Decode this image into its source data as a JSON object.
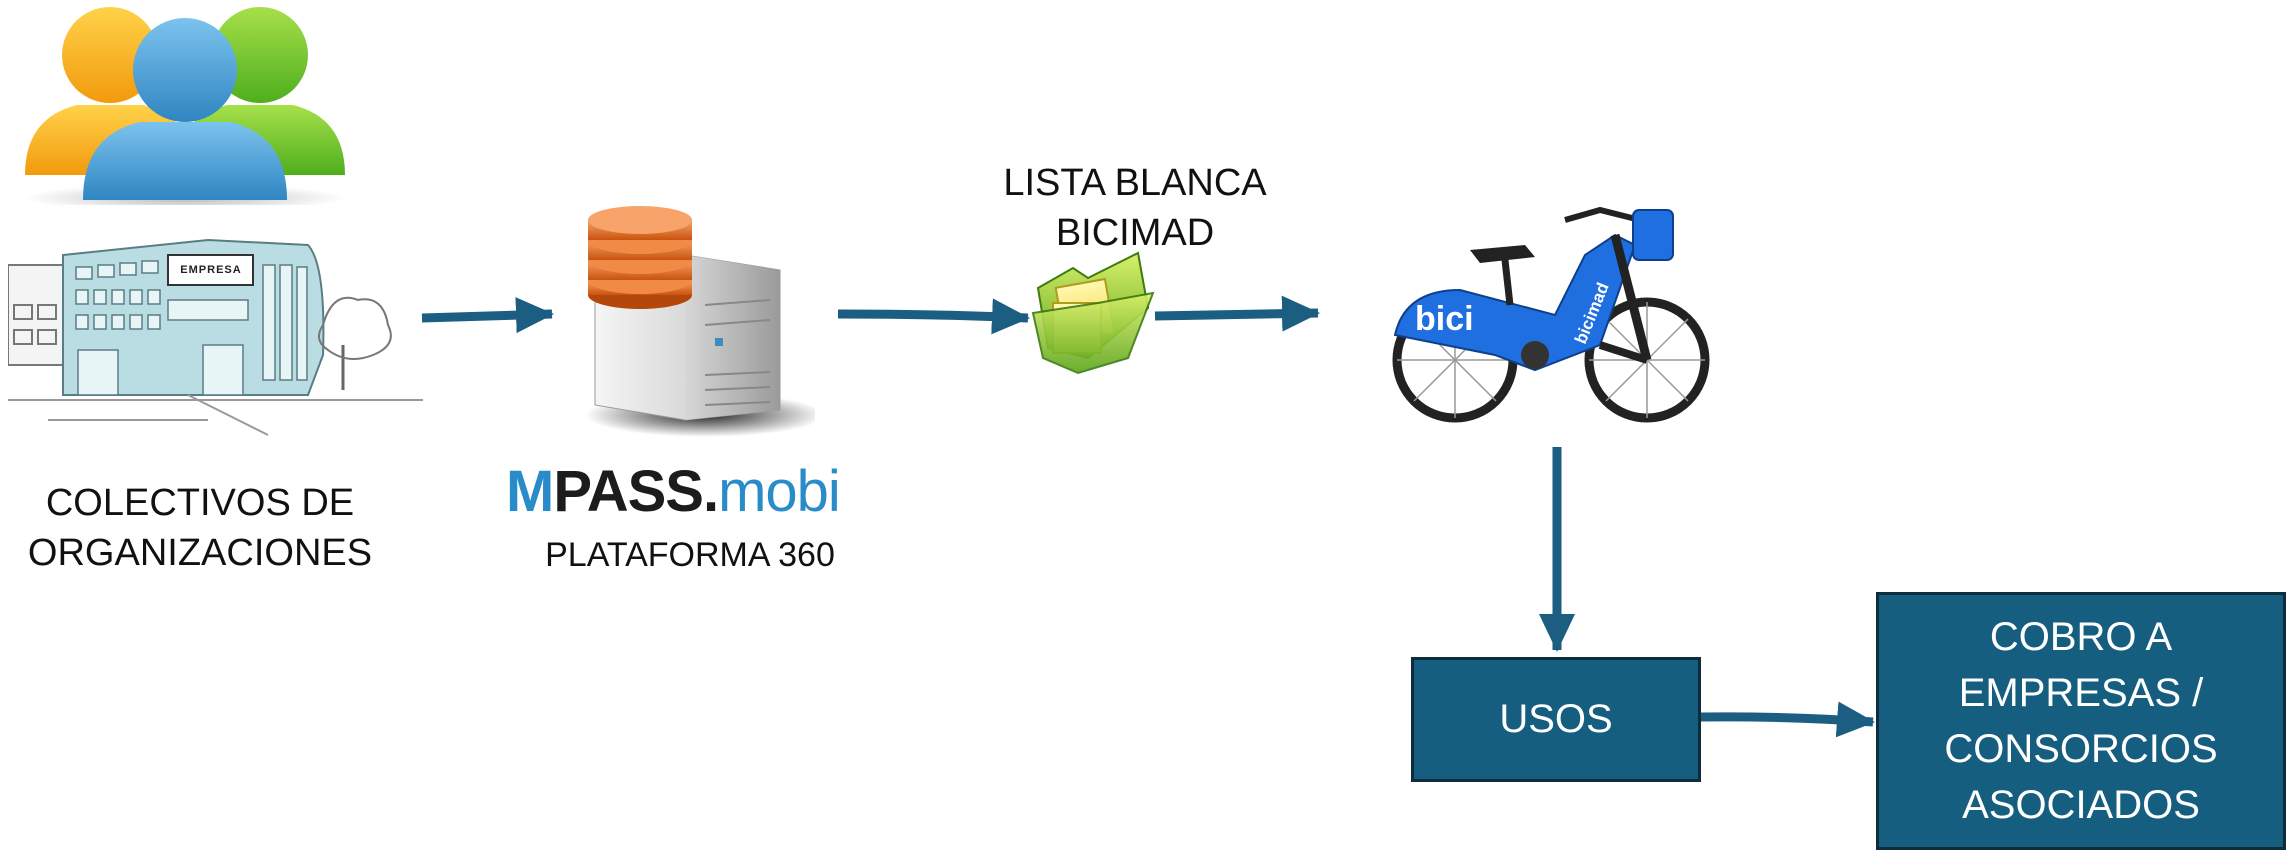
{
  "colors": {
    "arrow": "#1b5e82",
    "box_fill": "#155e80",
    "box_border": "#0d2c3c",
    "brand_blue": "#2a8bc9",
    "brand_dark": "#1c1c1c",
    "bike_blue": "#1f6fe0"
  },
  "nodes": {
    "organizations": {
      "label_line1": "COLECTIVOS DE",
      "label_line2": "ORGANIZACIONES",
      "building_sign": "EMPRESA",
      "icon": "people-group-icon"
    },
    "platform": {
      "brand_m": "M",
      "brand_pass": "PASS.",
      "brand_mobi": "mobi",
      "subtitle": "PLATAFORMA 360",
      "icon": "database-server-icon"
    },
    "whitelist": {
      "label_line1": "LISTA BLANCA",
      "label_line2": "BICIMAD",
      "icon": "folder-icon"
    },
    "bike": {
      "icon": "bicycle-icon",
      "frame_text": "bici",
      "down_tube_text": "bicimad"
    },
    "usos": {
      "label": "USOS"
    },
    "billing": {
      "label_line1": "COBRO A",
      "label_line2": "EMPRESAS /",
      "label_line3": "CONSORCIOS",
      "label_line4": "ASOCIADOS"
    }
  }
}
